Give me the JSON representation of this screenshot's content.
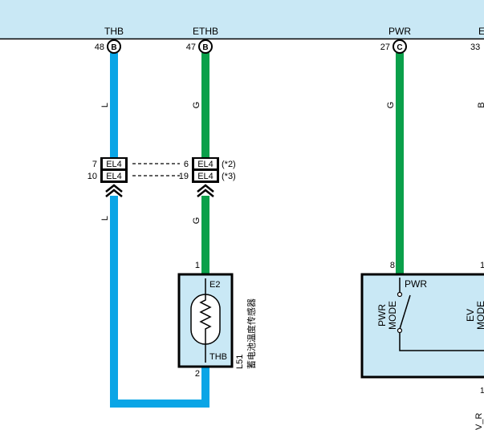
{
  "ecu_pins": [
    {
      "signal": "THB",
      "pin": "48",
      "connector": "B"
    },
    {
      "signal": "ETHB",
      "pin": "47",
      "connector": "B"
    },
    {
      "signal": "PWR",
      "pin": "27",
      "connector": "C"
    },
    {
      "signal": "E",
      "pin": "33",
      "connector": ""
    }
  ],
  "wire_codes": {
    "thb_upper": "L",
    "thb_lower": "L",
    "ethb_upper": "G",
    "ethb_lower": "G",
    "pwr": "G",
    "right_edge": "B"
  },
  "colors": {
    "ecu_fill": "#c9e8f5",
    "wire_blue": "#0aa5e6",
    "wire_green": "#0aa04a",
    "box_fill": "#c9e8f5"
  },
  "junctions": {
    "left_row1": {
      "pin": "7",
      "label": "EL4"
    },
    "left_row2": {
      "pin": "10",
      "label": "EL4"
    },
    "right_row1": {
      "pin": "6",
      "label": "EL4",
      "note": "(*2)"
    },
    "right_row2": {
      "pin": "19",
      "label": "EL4",
      "note": "(*3)"
    }
  },
  "sensor": {
    "pin_top": "1",
    "pin_bottom": "2",
    "label_top": "E2",
    "label_bottom": "THB",
    "part_code": "L51",
    "name": "蓄电池温度传感器"
  },
  "switch": {
    "pin": "8",
    "pin_right": "1",
    "label": "PWR",
    "mode_left_line1": "PWR",
    "mode_left_line2": "MODE",
    "mode_right_line1": "EV",
    "mode_right_line2": "MODE"
  },
  "edge_labels": {
    "right_small": "1",
    "right_bottom": "V_R"
  }
}
